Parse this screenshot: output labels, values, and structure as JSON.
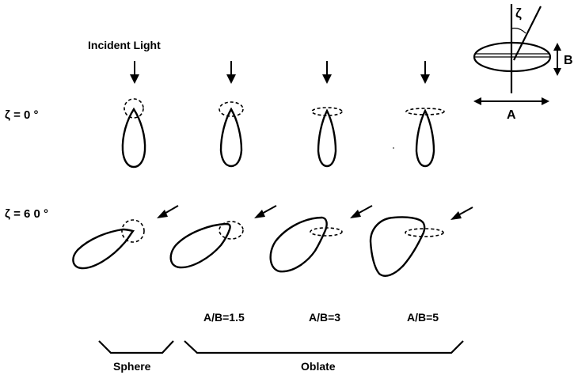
{
  "labels": {
    "incident_light": "Incident Light",
    "zeta_0": "ζ = 0 °",
    "zeta_60": "ζ = 6 0 °",
    "ratio_1": "A/B=1.5",
    "ratio_2": "A/B=3",
    "ratio_3": "A/B=5",
    "group_sphere": "Sphere",
    "group_oblate": "Oblate"
  },
  "inset": {
    "zeta": "ζ",
    "axis_a": "A",
    "axis_b": "B"
  }
}
